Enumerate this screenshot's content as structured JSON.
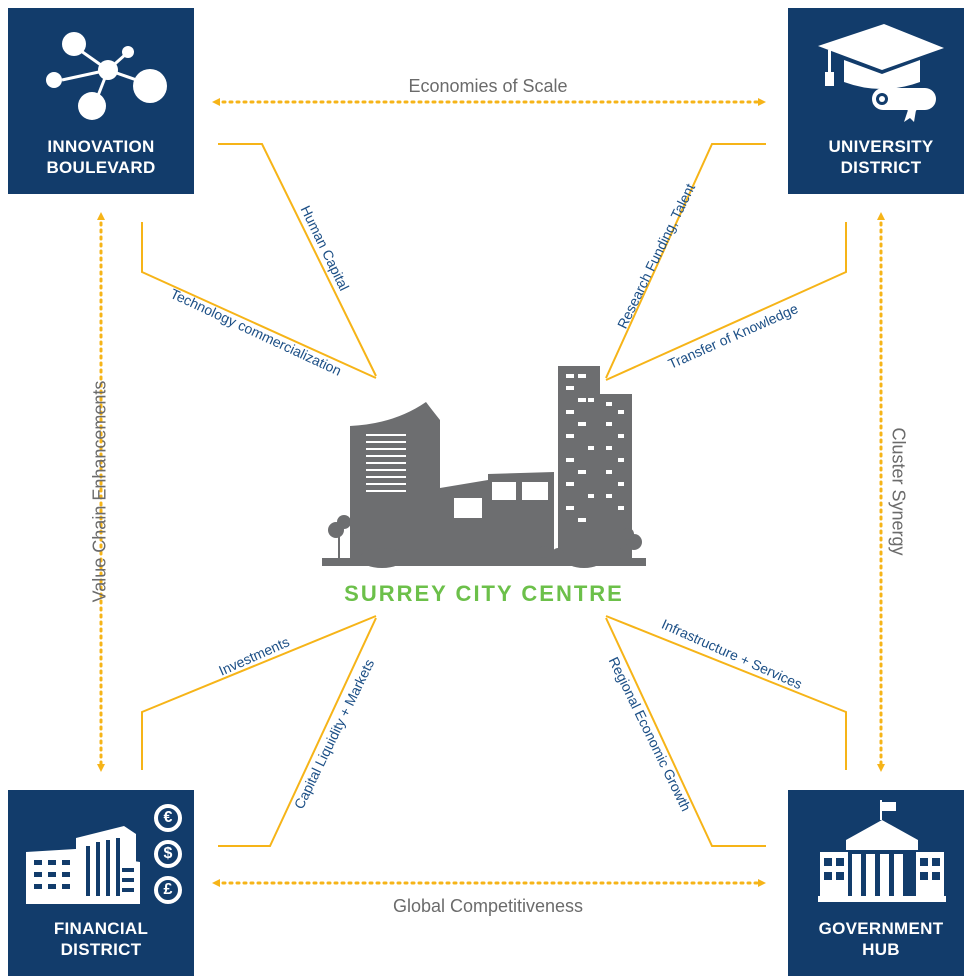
{
  "nodes": {
    "innovation": {
      "line1": "INNOVATION",
      "line2": "BOULEVARD",
      "icon": "molecule-icon"
    },
    "university": {
      "line1": "UNIVERSITY",
      "line2": "DISTRICT",
      "icon": "graduation-cap-diploma-icon"
    },
    "financial": {
      "line1": "FINANCIAL",
      "line2": "DISTRICT",
      "icon": "office-buildings-currency-icon",
      "currency_symbols": [
        "€",
        "$",
        "£"
      ]
    },
    "government": {
      "line1": "GOVERNMENT",
      "line2": "HUB",
      "icon": "government-building-icon"
    }
  },
  "center": {
    "label": "SURREY CITY CENTRE",
    "icon": "city-skyline-icon"
  },
  "relations": {
    "top": "Economies of Scale",
    "bottom": "Global Competitiveness",
    "left": "Value Chain Enhancements",
    "right": "Cluster Synergy"
  },
  "links": {
    "human_capital": "Human Capital",
    "tech_commercialization": "Technology commercialization",
    "research_funding": "Research Funding, Talent",
    "transfer_knowledge": "Transfer of Knowledge",
    "investments": "Investments",
    "capital_liquidity": "Capital Liquidity + Markets",
    "regional_growth": "Regional Economic Growth",
    "infrastructure": "Infrastructure + Services"
  },
  "colors": {
    "box": "#123c6b",
    "accent": "#f6b418",
    "center_label": "#6cc04a",
    "link_text": "#1c4f86",
    "relation_text": "#6b6b6b",
    "building": "#6d6e70"
  }
}
